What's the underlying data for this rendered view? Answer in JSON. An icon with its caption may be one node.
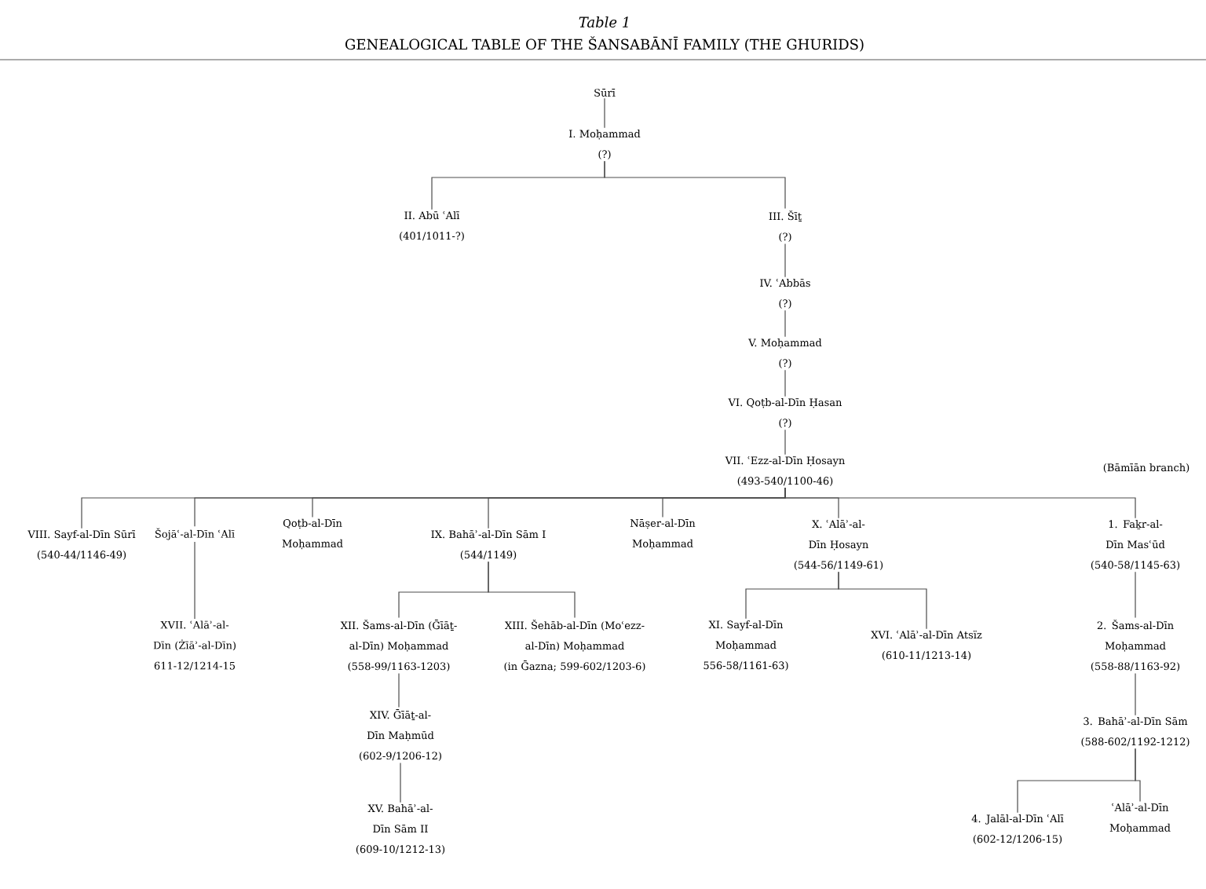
{
  "diagram": {
    "title": "GENEALOGICAL TABLE OF THE ŠANSABĀNĪ FAMILY (THE GHURIDS)",
    "nodes": [
      {
        "text": [
          "Sūrī"
        ]
      },
      {
        "text": [
          "I. Moḥammad",
          "(?)"
        ]
      },
      {
        "text": [
          "II. Abū ʿAlī",
          "(401/1011-?)"
        ]
      },
      {
        "text": [
          "III. Šīṯ",
          "(?)"
        ]
      },
      {
        "text": [
          "IV. ʿAbbās",
          "(?)"
        ]
      },
      {
        "text": [
          "V. Moḥammad",
          "(?)"
        ]
      },
      {
        "text": [
          "VI. Qoṭb-al-Dīn Ḥasan",
          "(?)"
        ]
      },
      {
        "text": [
          "VII. ʿEzz-al-Dīn Ḥosayn",
          "(493-540/1100-46)"
        ]
      },
      {
        "text": [
          "VIII. Sayf-al-Dīn Sūrī",
          "(540-44/1146-49)"
        ]
      },
      {
        "text": [
          "Šojāʿ-al-Dīn ʿAlī"
        ]
      },
      {
        "text": [
          "Qoṭb-al-Dīn Moḥammad"
        ]
      },
      {
        "text": [
          "IX. Bahāʾ-al-Dīn Sām I",
          "(544/1149)"
        ]
      },
      {
        "text": [
          "Nāṣer-al-Dīn Moḥammad"
        ]
      },
      {
        "text": [
          "X. ʿAlāʾ-al-Dīn Ḥosayn",
          "(544-56/1149-61)"
        ]
      },
      {
        "text": [
          "1. Faḵr-al-Dīn Masʿūd",
          "(540-58/1145-63)"
        ]
      },
      {
        "text": [
          "XVII. ʿAlāʾ-al-Dīn (Żīāʾ-al-Dīn)",
          "611-12/1214-15"
        ]
      },
      {
        "text": [
          "XII. Šams-al-Dīn (Ḡīāṯ-al-Dīn) Moḥammad",
          "(558-99/1163-1203)"
        ]
      },
      {
        "text": [
          "XIII. Šehāb-al-Dīn (Moʿezz-al-Dīn) Moḥammad",
          "(in Ḡazna; 599-602/1203-6)"
        ]
      },
      {
        "text": [
          "XI. Sayf-al-Dīn Moḥammad",
          "556-58/1161-63)"
        ]
      },
      {
        "text": [
          "XVI. ʿAlāʾ-al-Dīn Atsïz",
          "(610-11/1213-14)"
        ]
      },
      {
        "text": [
          "2. Šams-al-Dīn Moḥammad",
          "(558-88/1163-92)"
        ]
      },
      {
        "text": [
          "XIV. Ḡīāṯ-al-Dīn Maḥmūd",
          "(602-9/1206-12)"
        ]
      },
      {
        "text": [
          "XV. Bahāʾ-al-Dīn Sām II",
          "(609-10/1212-13)"
        ]
      },
      {
        "text": [
          "3. Bahāʾ-al-Dīn Sām",
          "(588-602/1192-1212)"
        ]
      },
      {
        "text": [
          "4. Jalāl-al-Dīn ʿAlī",
          "(602-12/1206-15)"
        ]
      },
      {
        "text": [
          "ʿAlāʾ-al-Dīn Moḥammad"
        ]
      }
    ],
    "edges": [
      {
        "from": 0,
        "to": 1,
        "arrow": "none"
      },
      {
        "from": 1,
        "to": 2,
        "arrow": "none"
      },
      {
        "from": 1,
        "to": 3,
        "arrow": "none"
      },
      {
        "from": 3,
        "to": 4,
        "arrow": "none"
      },
      {
        "from": 4,
        "to": 5,
        "arrow": "none"
      },
      {
        "from": 5,
        "to": 6,
        "arrow": "none"
      },
      {
        "from": 6,
        "to": 7,
        "arrow": "none"
      },
      {
        "from": 7,
        "to": 8,
        "arrow": "none"
      },
      {
        "from": 7,
        "to": 9,
        "arrow": "none"
      },
      {
        "from": 7,
        "to": 10,
        "arrow": "none"
      },
      {
        "from": 7,
        "to": 11,
        "arrow": "none"
      },
      {
        "from": 7,
        "to": 12,
        "arrow": "none"
      },
      {
        "from": 7,
        "to": 13,
        "arrow": "none"
      },
      {
        "from": 7,
        "to": 14,
        "arrow": "none"
      },
      {
        "from": 9,
        "to": 15,
        "arrow": "none"
      },
      {
        "from": 11,
        "to": 16,
        "arrow": "none"
      },
      {
        "from": 11,
        "to": 17,
        "arrow": "none"
      },
      {
        "from": 13,
        "to": 18,
        "arrow": "none"
      },
      {
        "from": 13,
        "to": 19,
        "arrow": "none"
      },
      {
        "from": 14,
        "to": 20,
        "arrow": "none"
      },
      {
        "from": 16,
        "to": 21,
        "arrow": "none"
      },
      {
        "from": 21,
        "to": 22,
        "arrow": "none"
      },
      {
        "from": 20,
        "to": 23,
        "arrow": "none"
      },
      {
        "from": 23,
        "to": 24,
        "arrow": "none"
      },
      {
        "from": 23,
        "to": 25,
        "arrow": "none"
      }
    ],
    "labels": [
      "Table 1",
      "(Bāmīān branch)"
    ]
  }
}
